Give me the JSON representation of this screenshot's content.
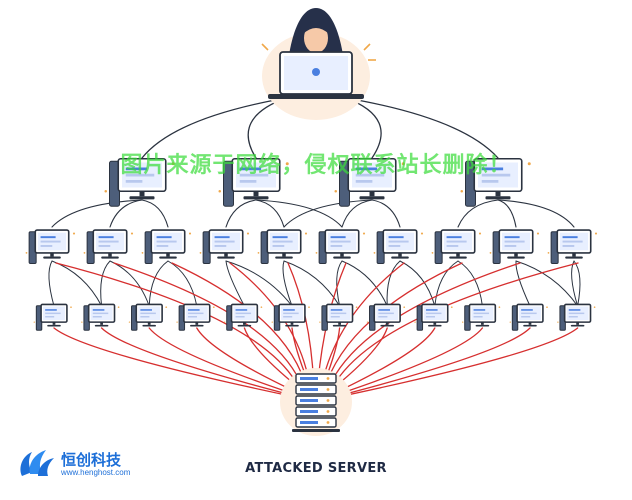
{
  "diagram": {
    "title": "ATTACKED SERVER",
    "node_groups": [
      {
        "name": "attacker",
        "count": 1,
        "kind": "hooded-hacker-with-laptop"
      },
      {
        "name": "controller-tier",
        "count": 4,
        "kind": "desktop-computer"
      },
      {
        "name": "bot-tier-1",
        "count": 10,
        "kind": "desktop-computer"
      },
      {
        "name": "bot-tier-2",
        "count": 12,
        "kind": "desktop-computer"
      },
      {
        "name": "target",
        "count": 1,
        "kind": "server-rack"
      }
    ],
    "colors": {
      "link_line": "#2b3340",
      "attack_line": "#d62f2f",
      "screen": "#4a7fe0",
      "monitor_frame": "#2b3340",
      "tower": "#4d5e7a",
      "accent": "#f0a84a"
    }
  },
  "watermark": "图片来源于网络，侵权联系站长删除！",
  "logo": {
    "name": "恒创科技",
    "url": "www.henghost.com"
  }
}
